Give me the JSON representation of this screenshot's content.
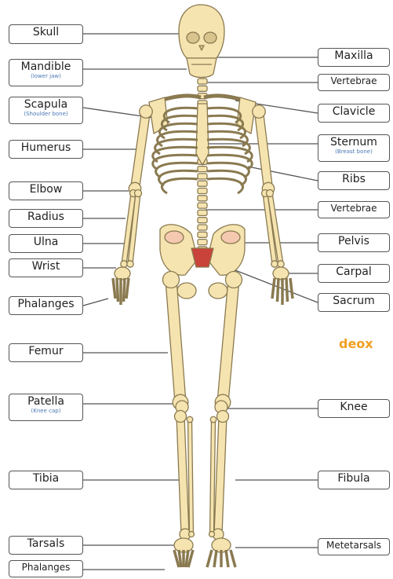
{
  "labels": {
    "skull": {
      "name": "Skull"
    },
    "mandible": {
      "name": "Mandible",
      "sub": "(lower jaw)"
    },
    "scapula": {
      "name": "Scapula",
      "sub": "(Shoulder bone)"
    },
    "humerus": {
      "name": "Humerus"
    },
    "elbow": {
      "name": "Elbow"
    },
    "radius": {
      "name": "Radius"
    },
    "ulna": {
      "name": "Ulna"
    },
    "wrist": {
      "name": "Wrist"
    },
    "phalanges_hand": {
      "name": "Phalanges"
    },
    "femur": {
      "name": "Femur"
    },
    "patella": {
      "name": "Patella",
      "sub": "(Knee cap)"
    },
    "tibia": {
      "name": "Tibia"
    },
    "tarsals": {
      "name": "Tarsals"
    },
    "phalanges_foot": {
      "name": "Phalanges"
    },
    "maxilla": {
      "name": "Maxilla"
    },
    "vertebrae_upper": {
      "name": "Vertebrae"
    },
    "clavicle": {
      "name": "Clavicle"
    },
    "sternum": {
      "name": "Sternum",
      "sub": "(Breast bone)"
    },
    "ribs": {
      "name": "Ribs"
    },
    "vertebrae_lower": {
      "name": "Vertebrae"
    },
    "pelvis": {
      "name": "Pelvis"
    },
    "carpal": {
      "name": "Carpal"
    },
    "sacrum": {
      "name": "Sacrum"
    },
    "knee": {
      "name": "Knee"
    },
    "fibula": {
      "name": "Fibula"
    },
    "metetarsals": {
      "name": "Metetarsals"
    }
  },
  "watermark": "deox",
  "colors": {
    "bone": "#f6e4b0",
    "bone_outline": "#8a7a50",
    "leader_line": "#555555",
    "label_border": "#555555",
    "sub_text": "#4a78b5",
    "sacrum": "#c9433b",
    "watermark": "#f0a020",
    "pelvis_highlight": "#f5c8b0"
  }
}
